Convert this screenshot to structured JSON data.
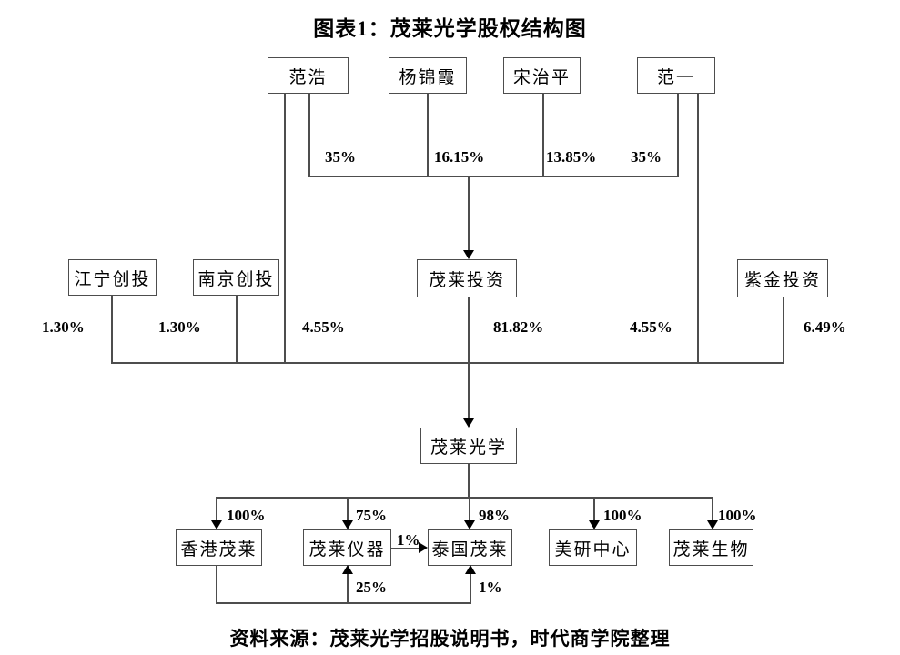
{
  "title": "图表1：茂莱光学股权结构图",
  "source": "资料来源：茂莱光学招股说明书，时代商学院整理",
  "nodes": {
    "fan_hao": "范浩",
    "yang_jinxia": "杨锦霞",
    "song_zhiping": "宋治平",
    "fan_yi": "范一",
    "jiangning_vc": "江宁创投",
    "nanjing_vc": "南京创投",
    "maolai_investment": "茂莱投资",
    "zijin_investment": "紫金投资",
    "maolai_optics": "茂莱光学",
    "hk_maolai": "香港茂莱",
    "maolai_instrument": "茂莱仪器",
    "thailand_maolai": "泰国茂莱",
    "us_rd_center": "美研中心",
    "maolai_bio": "茂莱生物"
  },
  "ownership_labels": {
    "fanhao_to_investment": "35%",
    "yang_to_investment": "16.15%",
    "song_to_investment": "13.85%",
    "fanyi_to_investment": "35%",
    "jiangning_to_optics": "1.30%",
    "nanjing_to_optics": "1.30%",
    "fanhao_to_optics": "4.55%",
    "investment_to_optics": "81.82%",
    "fanyi_to_optics": "4.55%",
    "zijin_to_optics": "6.49%",
    "optics_to_hk": "100%",
    "optics_to_instrument": "75%",
    "optics_to_thailand": "98%",
    "optics_to_usrd": "100%",
    "optics_to_bio": "100%",
    "instrument_to_thailand": "1%",
    "hk_to_instrument": "25%",
    "hk_to_thailand": "1%"
  }
}
